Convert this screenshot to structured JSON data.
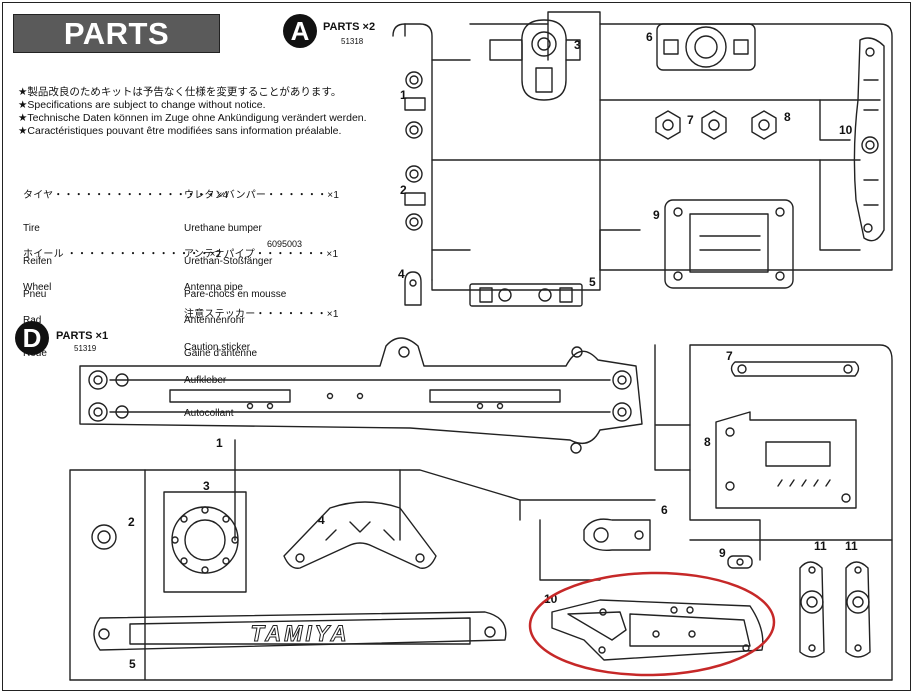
{
  "header": {
    "title": "PARTS"
  },
  "notes": [
    "★製品改良のためキットは予告なく仕様を変更することがあります。",
    "★Specifications are subject to change without notice.",
    "★Technische Daten können im Zuge ohne Ankündigung verändert werden.",
    "★Caractéristiques pouvant être modifiées sans information préalable."
  ],
  "parts_list": [
    {
      "jp": "タイヤ・・・・・・・・・・・・・・・・×4",
      "en": "Tire",
      "de": "Reifen",
      "fr": "Pneu"
    },
    {
      "jp": "ホイール ・・・・・・・・・・・・・・×2",
      "en": "Wheel",
      "de": "Rad",
      "fr": "Roue"
    },
    {
      "jp": "ウレタンバンパー・・・・・・×1",
      "en": "Urethane bumper",
      "de": "Urethan-Stoßfänger",
      "fr": "Pare-chocs en mousse"
    },
    {
      "jp": "アンテナパイプ・・・・・・・×1",
      "en": "Antenna pipe",
      "code": "6095003",
      "de": "Antennenrohr",
      "fr": "Gaine d'antenne"
    },
    {
      "jp": "注意ステッカー・・・・・・・×1",
      "en": "Caution sticker",
      "de": "Aufkleber",
      "fr": "Autocollant"
    }
  ],
  "trees": {
    "A": {
      "letter": "A",
      "label": "PARTS ×2",
      "code": "51318",
      "numbers": [
        "1",
        "2",
        "3",
        "4",
        "5",
        "6",
        "7",
        "8",
        "9",
        "10"
      ]
    },
    "D": {
      "letter": "D",
      "label": "PARTS ×1",
      "code": "51319",
      "numbers": [
        "1",
        "2",
        "3",
        "4",
        "5",
        "6",
        "7",
        "8",
        "9",
        "10",
        "11",
        "11"
      ]
    }
  },
  "logo_text": "TAMIYA",
  "highlight": {
    "part": "D10",
    "color": "#c62828"
  },
  "colors": {
    "line": "#222222",
    "header_bg": "#5a5a5a"
  }
}
